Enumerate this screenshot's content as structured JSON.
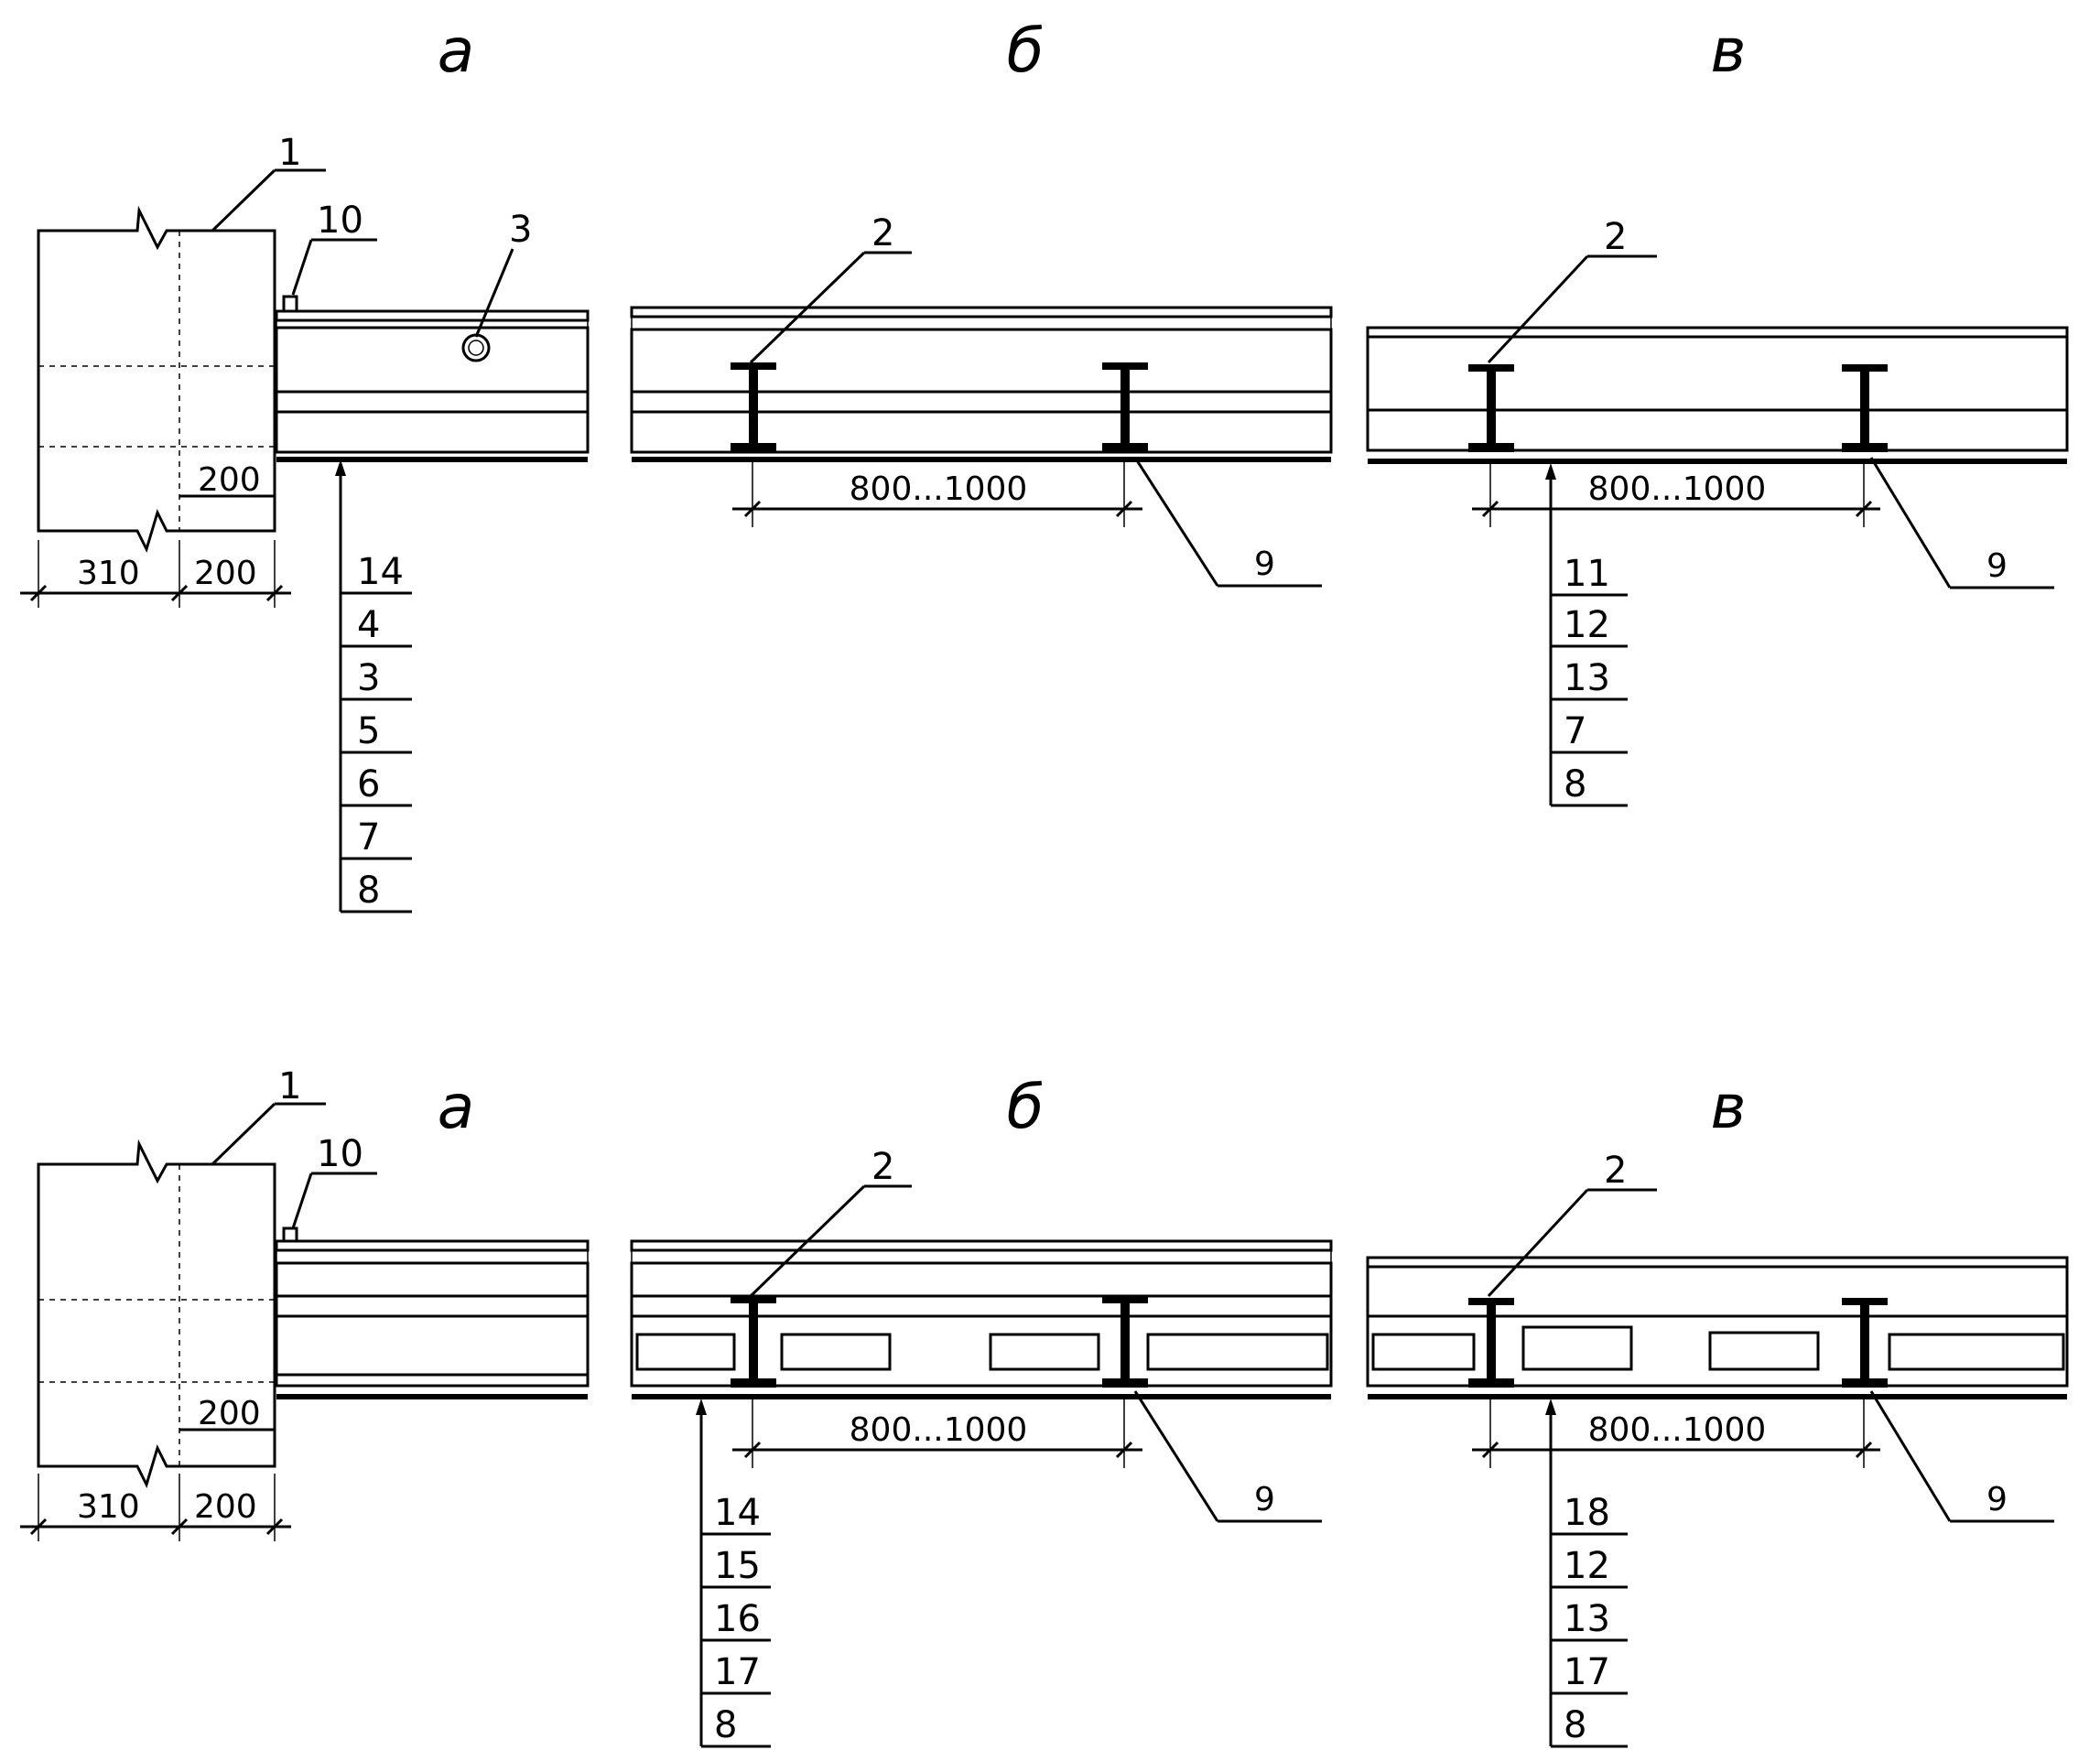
{
  "titles": {
    "top": [
      "а",
      "б",
      "в"
    ],
    "bottom": [
      "а",
      "б",
      "в"
    ]
  },
  "top": {
    "a": {
      "callouts": {
        "wall": "1",
        "plinth": "10",
        "log": "3"
      },
      "dims": {
        "offset": "200",
        "wall": "310",
        "bearing": "200"
      },
      "stack": [
        "14",
        "4",
        "3",
        "5",
        "6",
        "7",
        "8"
      ]
    },
    "b": {
      "callouts": {
        "beam": "2",
        "bottom": "9"
      },
      "dims": {
        "span": "800...1000"
      }
    },
    "c": {
      "callouts": {
        "beam": "2",
        "bottom": "9"
      },
      "dims": {
        "span": "800...1000"
      },
      "stack": [
        "11",
        "12",
        "13",
        "7",
        "8"
      ]
    }
  },
  "bottom": {
    "a": {
      "callouts": {
        "wall": "1",
        "plinth": "10"
      },
      "dims": {
        "offset": "200",
        "wall": "310",
        "bearing": "200"
      }
    },
    "b": {
      "callouts": {
        "beam": "2",
        "bottom": "9"
      },
      "dims": {
        "span": "800...1000"
      },
      "stack": [
        "14",
        "15",
        "16",
        "17",
        "8"
      ]
    },
    "c": {
      "callouts": {
        "beam": "2",
        "bottom": "9"
      },
      "dims": {
        "span": "800...1000"
      },
      "stack": [
        "18",
        "12",
        "13",
        "17",
        "8"
      ]
    }
  }
}
